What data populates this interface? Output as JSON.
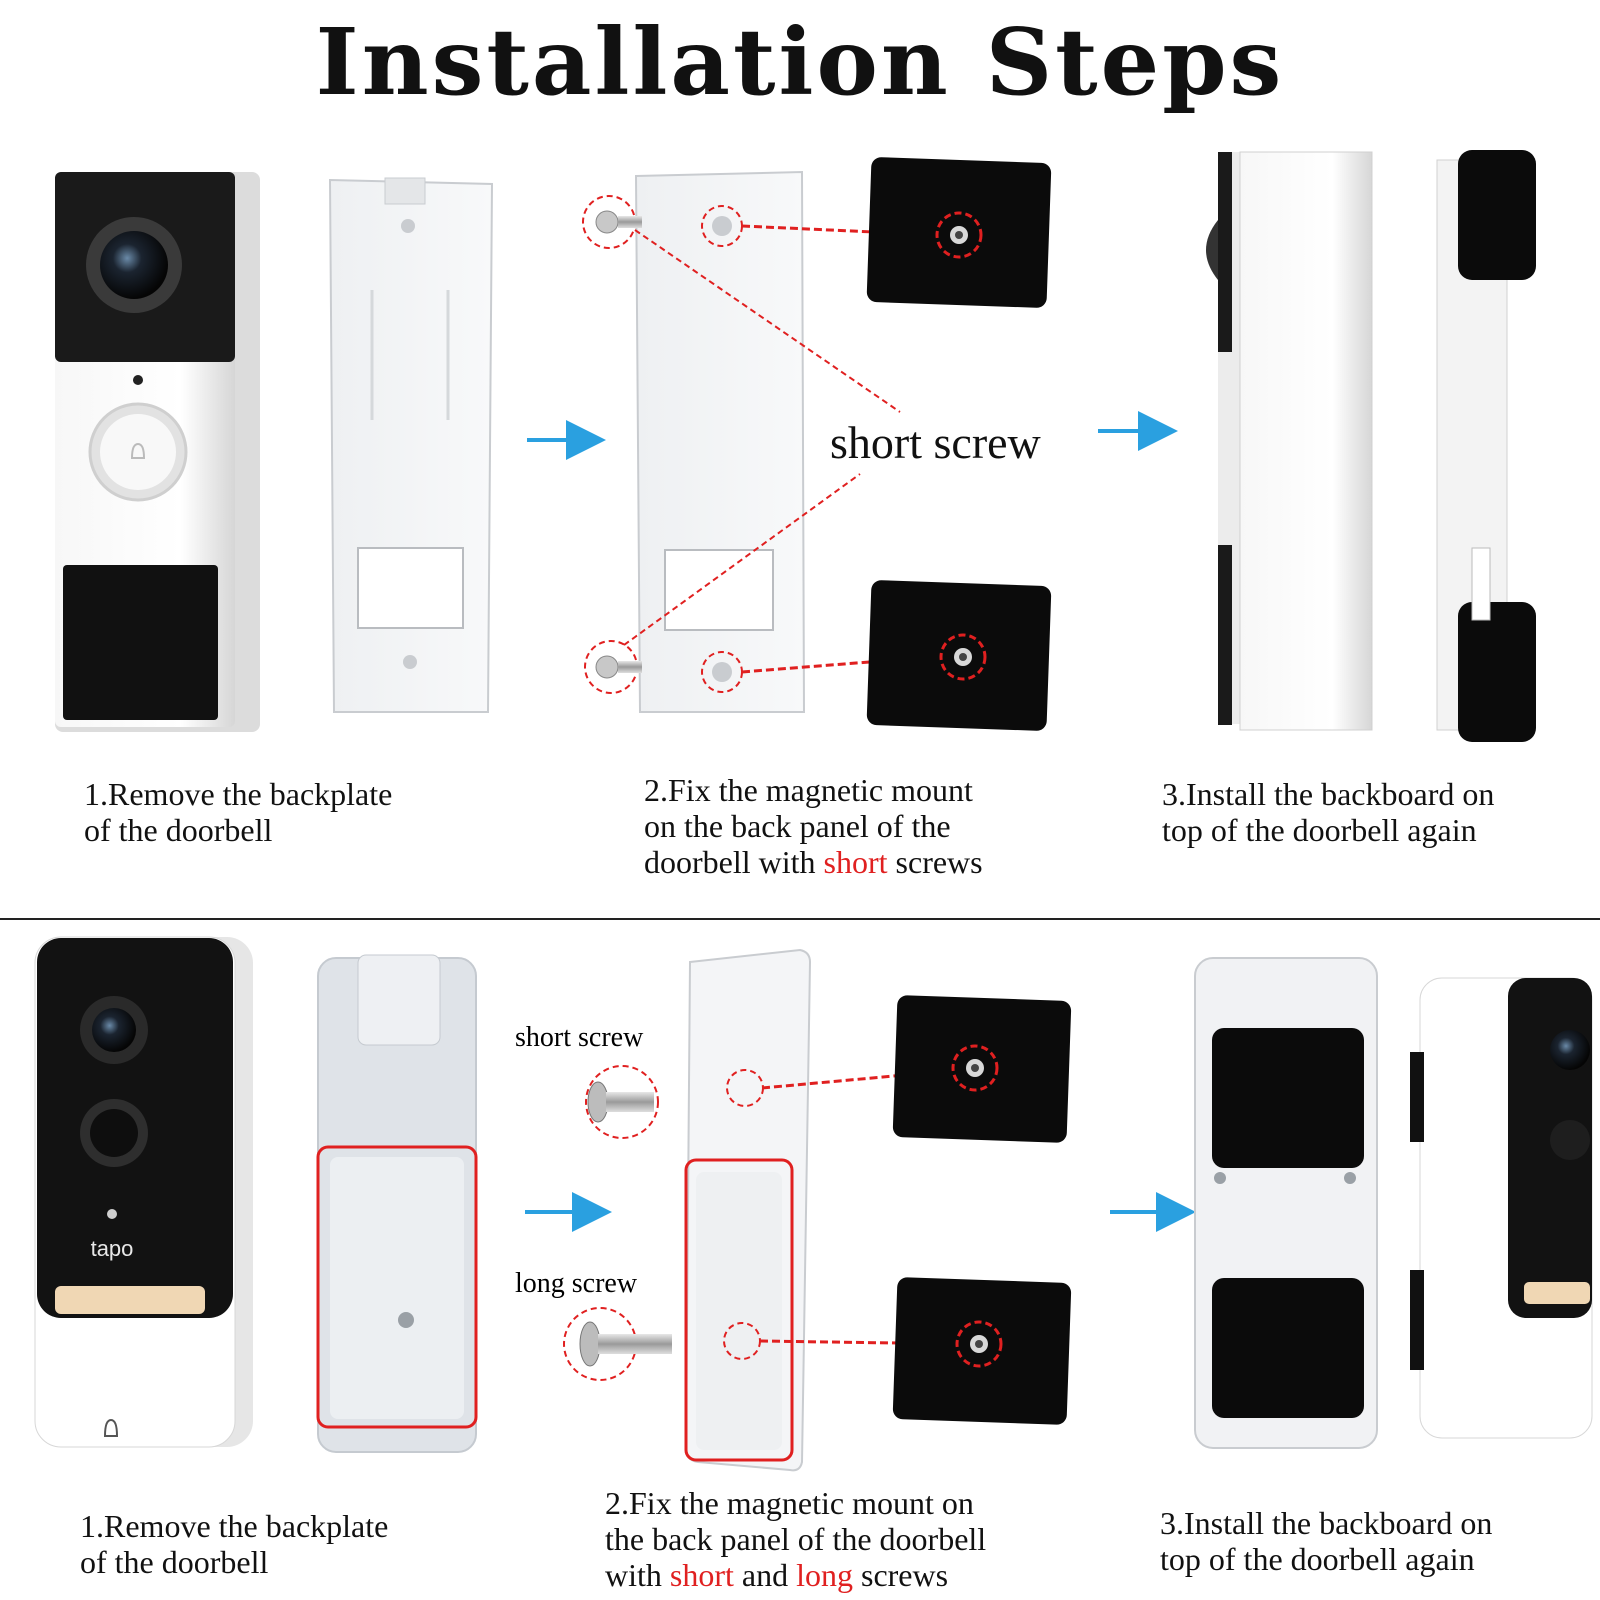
{
  "title": "Installation Steps",
  "colors": {
    "accent_red": "#e02020",
    "arrow_blue": "#2aa0e0",
    "pad_black": "#0b0b0b"
  },
  "icons": [
    "doorbell-camera-icon",
    "backplate-icon",
    "screw-icon",
    "magnetic-pad-icon",
    "arrow-right-icon"
  ],
  "top_section": {
    "callout_label": "short screw",
    "steps": [
      {
        "lines": [
          "1.Remove the backplate",
          "of the doorbell"
        ]
      },
      {
        "line1": "2.Fix the magnetic mount",
        "line2": "on the back panel of the",
        "line3_pre": "doorbell with ",
        "line3_red": "short",
        "line3_post": " screws"
      },
      {
        "lines": [
          "3.Install the backboard on",
          "top of the doorbell again"
        ]
      }
    ]
  },
  "bottom_section": {
    "device_brand": "tapo",
    "short_screw_label": "short screw",
    "long_screw_label": "long screw",
    "steps": [
      {
        "lines": [
          "1.Remove the backplate",
          "of the doorbell"
        ]
      },
      {
        "line1": "2.Fix the magnetic mount on",
        "line2": "the back panel of the doorbell",
        "line3_pre": "with ",
        "line3_red1": "short",
        "line3_mid": " and ",
        "line3_red2": "long",
        "line3_post": " screws"
      },
      {
        "lines": [
          "3.Install the backboard on",
          "top of the doorbell again"
        ]
      }
    ]
  }
}
